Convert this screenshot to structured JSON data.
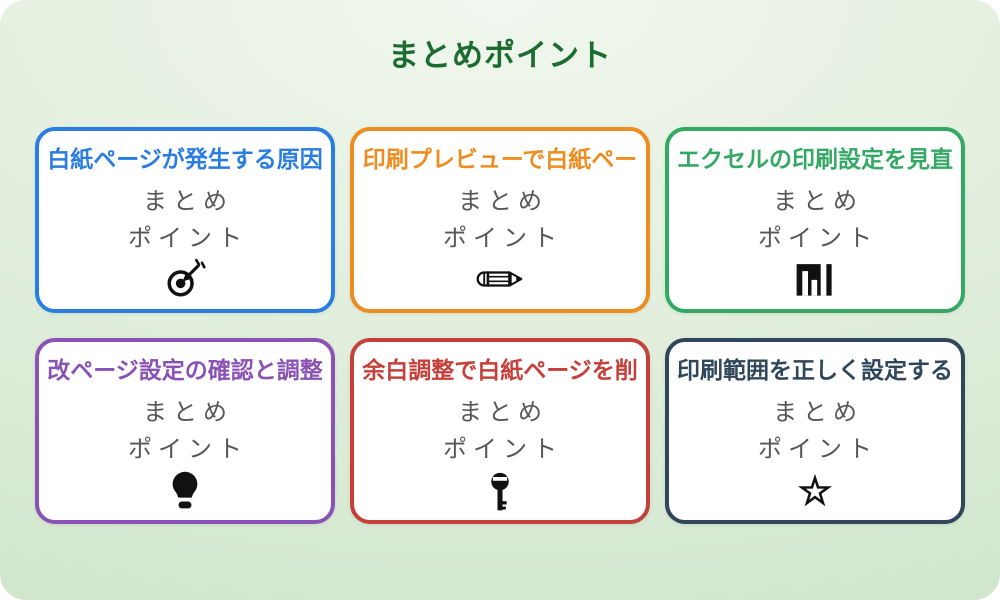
{
  "page": {
    "title": "まとめポイント",
    "title_color": "#1c6b30",
    "background_top": "#f1f7ee",
    "background_bottom": "#cfe5cb"
  },
  "summary_label": {
    "line1": "まとめ",
    "line2": "ポイント"
  },
  "cards": [
    {
      "title": "白紙ページが発生する原因",
      "color": "#2a7de1",
      "icon": "target-dart-icon"
    },
    {
      "title": "印刷プレビューで白紙ペー",
      "color": "#ed8c1f",
      "icon": "pencil-icon"
    },
    {
      "title": "エクセルの印刷設定を見直",
      "color": "#33a963",
      "icon": "bar-chart-icon"
    },
    {
      "title": "改ページ設定の確認と調整",
      "color": "#8a52b4",
      "icon": "lightbulb-icon"
    },
    {
      "title": "余白調整で白紙ページを削",
      "color": "#c5403a",
      "icon": "key-icon"
    },
    {
      "title": "印刷範囲を正しく設定する",
      "color": "#30465a",
      "icon": "star-icon"
    }
  ]
}
